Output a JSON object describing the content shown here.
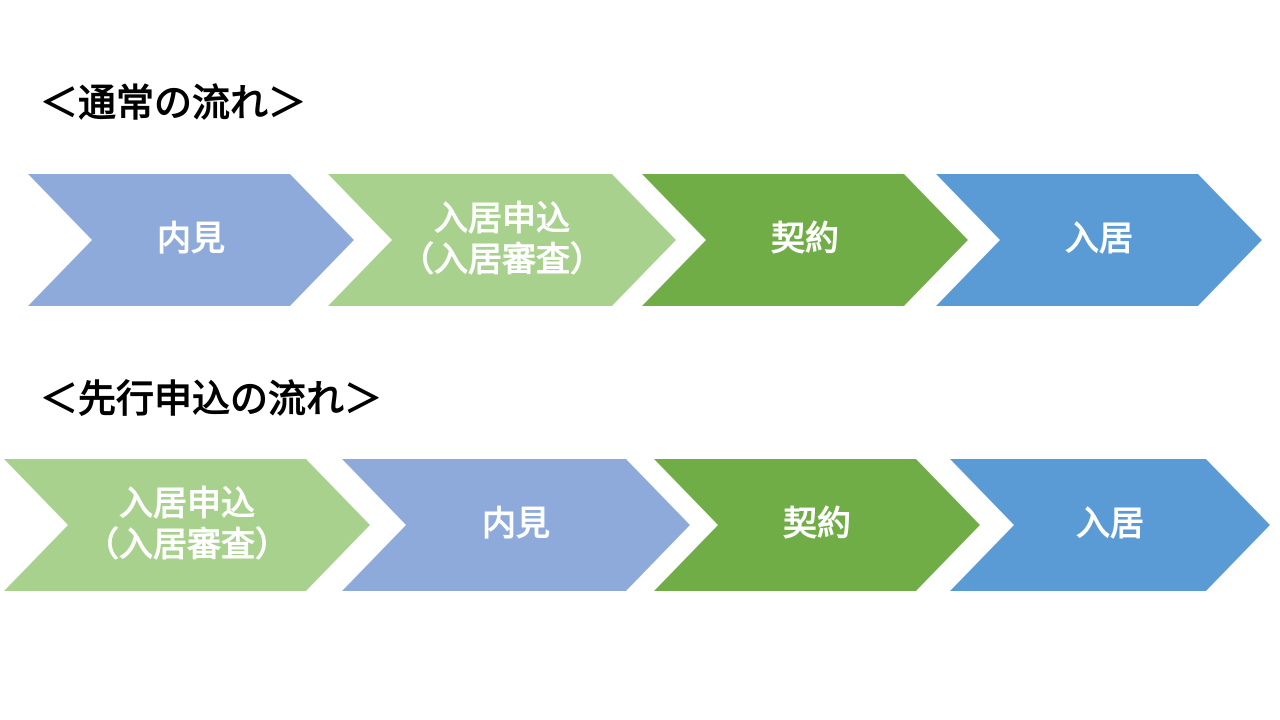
{
  "colors": {
    "viewing": "#8eaadb",
    "application": "#a9d18e",
    "contract": "#70ad47",
    "move_in": "#5b9bd5",
    "text": "#ffffff"
  },
  "normal_flow": {
    "heading": "＜通常の流れ＞",
    "steps": [
      {
        "line1": "内見",
        "line2": ""
      },
      {
        "line1": "入居申込",
        "line2": "（入居審査）"
      },
      {
        "line1": "契約",
        "line2": ""
      },
      {
        "line1": "入居",
        "line2": ""
      }
    ]
  },
  "advance_flow": {
    "heading": "＜先行申込の流れ＞",
    "steps": [
      {
        "line1": "入居申込",
        "line2": "（入居審査）"
      },
      {
        "line1": "内見",
        "line2": ""
      },
      {
        "line1": "契約",
        "line2": ""
      },
      {
        "line1": "入居",
        "line2": ""
      }
    ]
  }
}
